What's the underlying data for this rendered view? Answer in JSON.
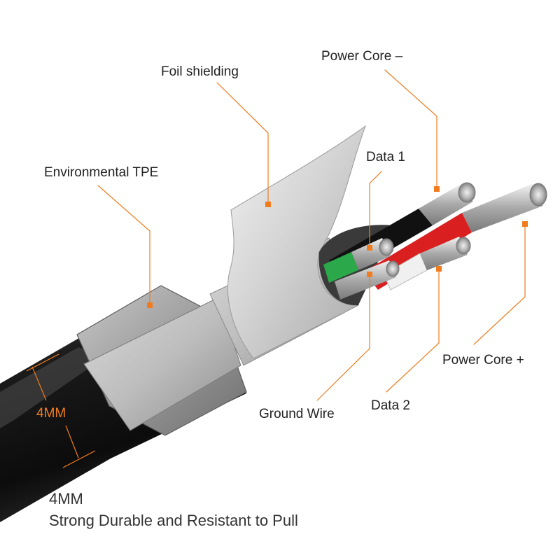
{
  "colors": {
    "accent": "#f07c1e",
    "jacket": "#151515",
    "foil": "#d8d8d8",
    "core_red": "#d91f1f",
    "core_green": "#2aa84a",
    "core_black": "#111111",
    "core_white": "#f0f0f0"
  },
  "labels": {
    "foil_shielding": "Foil shielding",
    "environmental_tpe": "Environmental TPE",
    "power_core_minus": "Power Core –",
    "data_1": "Data 1",
    "power_core_plus": "Power Core +",
    "data_2": "Data 2",
    "ground_wire": "Ground Wire"
  },
  "dimension": {
    "diameter": "4MM"
  },
  "caption": {
    "size": "4MM",
    "tagline": "Strong Durable and Resistant to Pull"
  }
}
